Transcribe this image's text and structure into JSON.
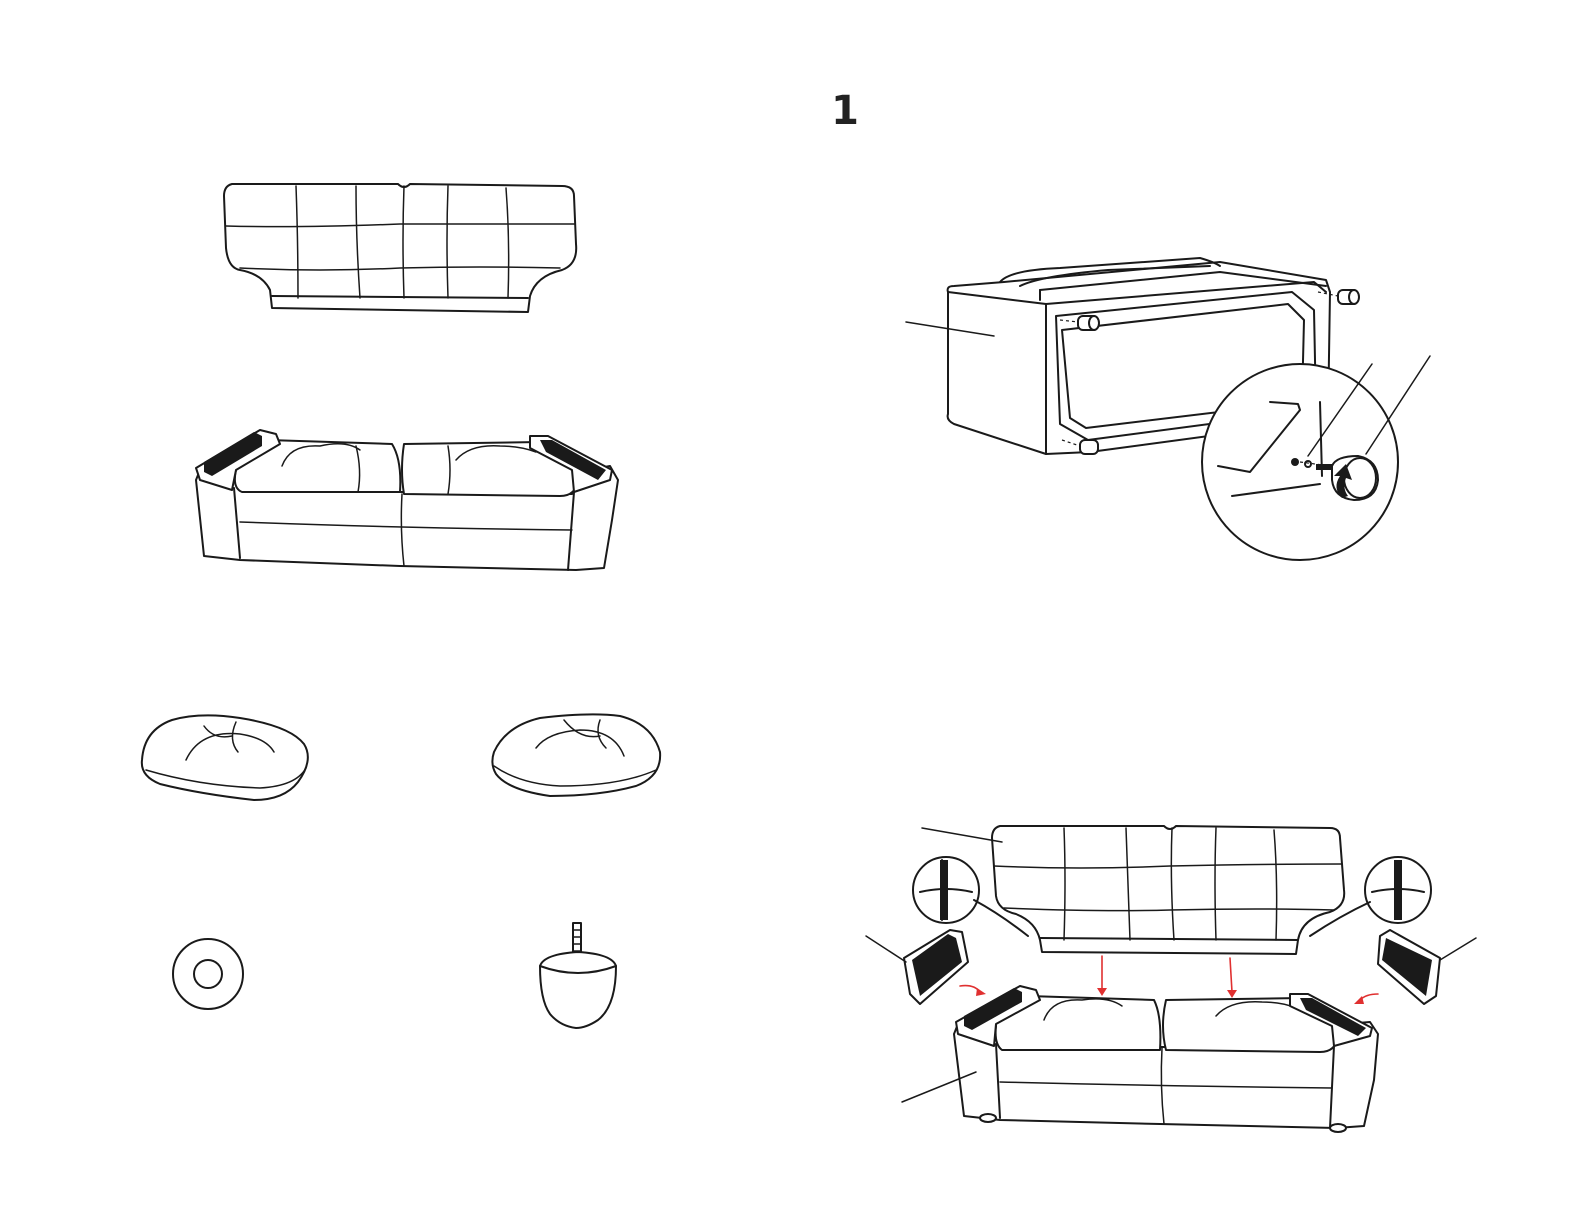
{
  "step": {
    "number": "1"
  },
  "parts": [
    {
      "name": "backrest",
      "icon": "backrest-icon"
    },
    {
      "name": "sofa-frame",
      "icon": "sofa-frame-icon"
    },
    {
      "name": "seat-cushion-left",
      "icon": "seat-cushion-icon"
    },
    {
      "name": "seat-cushion-right",
      "icon": "seat-cushion-icon"
    },
    {
      "name": "washer",
      "icon": "washer-icon"
    },
    {
      "name": "leg-with-bolt",
      "icon": "leg-icon"
    }
  ],
  "steps": [
    {
      "name": "attach-legs",
      "icon": "attach-legs-icon"
    },
    {
      "name": "attach-backrest-and-armrests",
      "icon": "attach-backrest-icon"
    }
  ],
  "colors": {
    "line": "#1a1a1a",
    "arrow": "#e03030",
    "background": "#ffffff"
  }
}
